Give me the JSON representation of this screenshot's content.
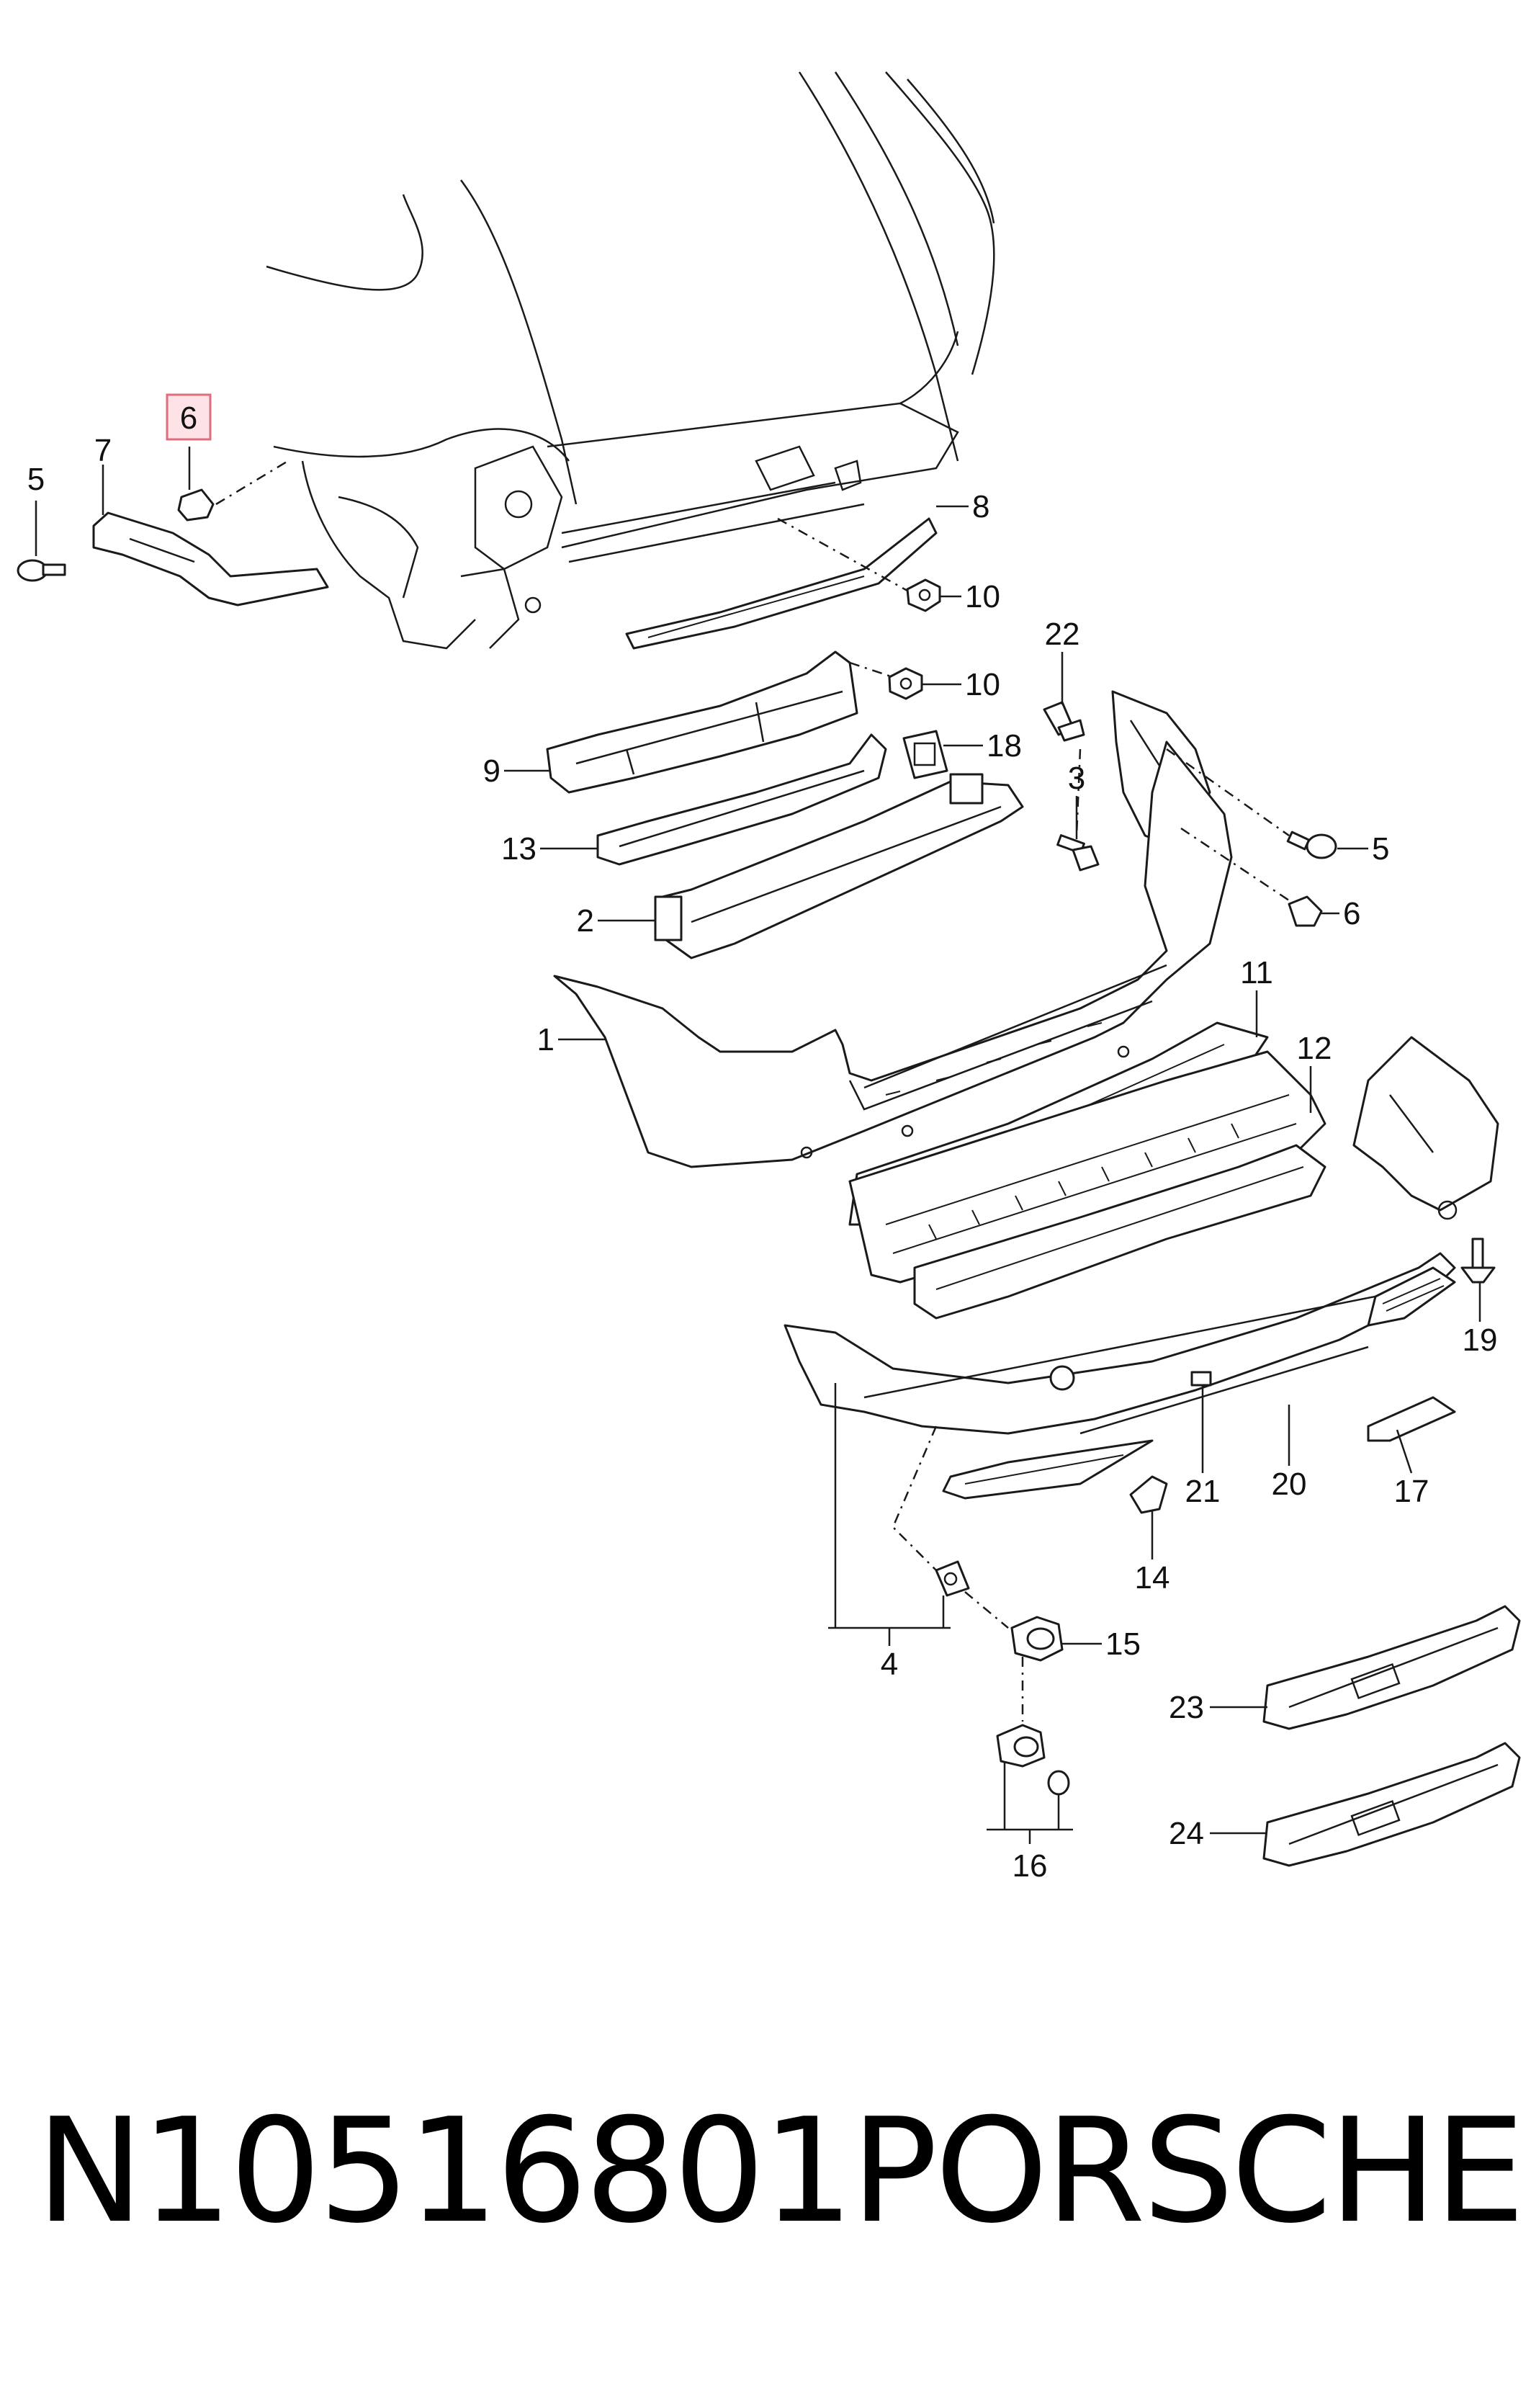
{
  "diagram": {
    "highlighted_label": "6",
    "labels": {
      "l5a": "5",
      "l7": "7",
      "l6a": "6",
      "l8": "8",
      "l10a": "10",
      "l10b": "10",
      "l22": "22",
      "l9": "9",
      "l18": "18",
      "l3": "3",
      "l5b": "5",
      "l13": "13",
      "l6b": "6",
      "l2": "2",
      "l11": "11",
      "l1": "1",
      "l12": "12",
      "l19": "19",
      "l21": "21",
      "l20": "20",
      "l17": "17",
      "l14": "14",
      "l4": "4",
      "l15": "15",
      "l23": "23",
      "l16": "16",
      "l24": "24"
    }
  },
  "footer": {
    "part_number": "N10516801",
    "brand": "PORSCHE"
  }
}
